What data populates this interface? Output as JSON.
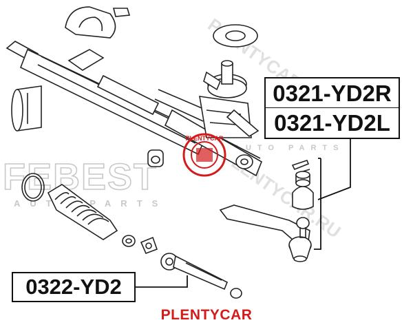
{
  "labels": {
    "tie_rod_end_right": "0321-YD2R",
    "tie_rod_end_left": "0321-YD2L",
    "inner_tie_rod": "0322-YD2"
  },
  "watermark": {
    "brand": "FEBEST",
    "auto_parts": "AUTO PARTS",
    "seal_text": "PLENTYCAR",
    "diagonal_text": "PLENTYCAR.RU"
  },
  "footer": {
    "brand_text": "PLENTYCAR"
  },
  "colors": {
    "line": "#222222",
    "seal_red": "#d41b1b",
    "watermark_gray": "#c8c8c8"
  }
}
